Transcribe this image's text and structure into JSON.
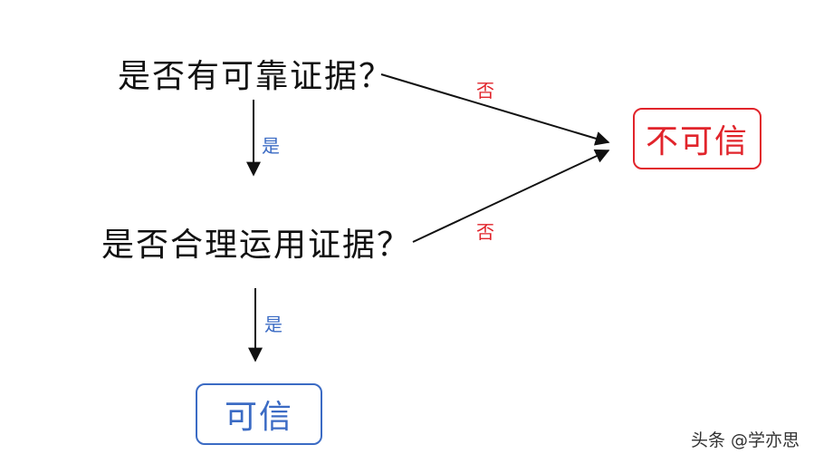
{
  "nodes": {
    "question_reliable_evidence": "是否有可靠证据？",
    "question_reasonable_use": "是否合理运用证据？",
    "result_untrusted": "不可信",
    "result_trusted": "可信"
  },
  "edges": {
    "yes_label_1": "是",
    "yes_label_2": "是",
    "no_label_1": "否",
    "no_label_2": "否"
  },
  "watermark": "头条 @学亦思",
  "colors": {
    "text": "#111111",
    "yes": "#3b6bc4",
    "no": "#e1242b",
    "arrow": "#111111"
  }
}
